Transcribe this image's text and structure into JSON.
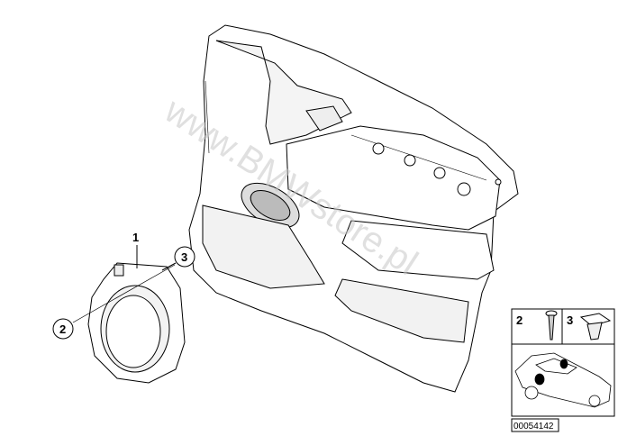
{
  "diagram": {
    "watermark": "www.BMWstore.pl",
    "callouts": [
      {
        "id": "1",
        "label": "1"
      },
      {
        "id": "2",
        "label": "2"
      },
      {
        "id": "3",
        "label": "3"
      }
    ],
    "inset": {
      "screw_label": "2",
      "clip_label": "3",
      "part_code": "00054142"
    },
    "colors": {
      "line": "#000000",
      "watermark": "#c8c8c8"
    }
  }
}
